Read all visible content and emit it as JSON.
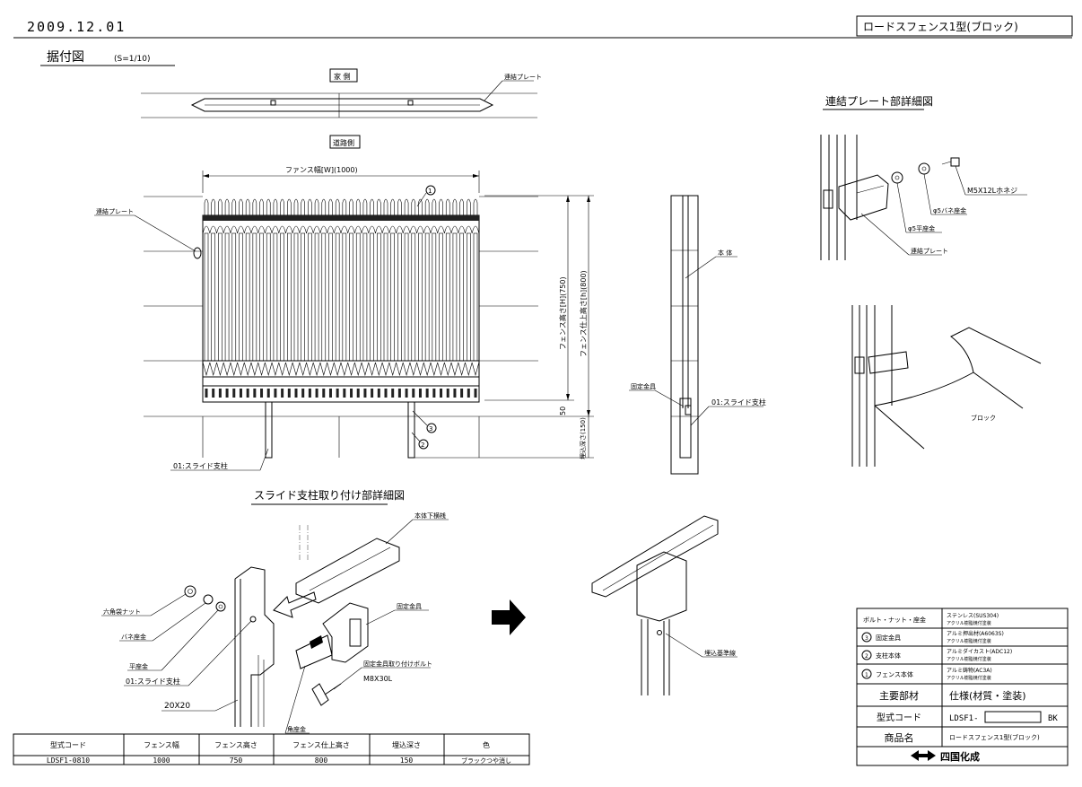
{
  "header": {
    "date": "2009.12.01",
    "product_title": "ロードスフェンス1型(ブロック)"
  },
  "installation": {
    "title": "据付図",
    "scale": "(S=1/10)",
    "house_side": "家 側",
    "road_side": "道路側",
    "width_dim": "ファンス幅[W](1000)",
    "height_dim": "フェンス高さ[H](750)",
    "finish_height_dim": "フェンス仕上高さ[h](800)",
    "dim_50": "50",
    "embed_dim": "埋込深さ(150)",
    "link_plate": "連結プレート",
    "body": "本 体",
    "fixing_bracket": "固定金具",
    "slide_post": "01:スライド支柱",
    "mark_1": "①",
    "mark_2": "②",
    "mark_3": "③"
  },
  "plate_detail": {
    "title": "連結プレート部詳細図",
    "screw": "M5X12Lホネジ",
    "spring_washer": "φ5バネ座金",
    "flat_washer": "φ5平座金",
    "plate": "連結プレート",
    "block": "ブロック"
  },
  "slide_detail": {
    "title": "スライド支柱取り付け部詳細図",
    "lower_rail": "本体下横桟",
    "hex_nut": "六角袋ナット",
    "spring_washer": "バネ座金",
    "flat_washer": "平座金",
    "slide_post": "01:スライド支柱",
    "post_size": "20X20",
    "fixing_bracket": "固定金具",
    "bolt": "固定金具取り付けボルト",
    "bolt_size": "M8X30L",
    "square_washer": "角座金",
    "embed_line": "埋込基準線"
  },
  "spec_table": {
    "headers": [
      "型式コード",
      "フェンス幅",
      "フェンス高さ",
      "フェンス仕上高さ",
      "埋込深さ",
      "色"
    ],
    "row": [
      "LDSF1-0810",
      "1000",
      "750",
      "800",
      "150",
      "ブラックつや消し"
    ]
  },
  "materials_table": {
    "rows": [
      {
        "part": "ボルト・ナット・座金",
        "mark": "",
        "spec1": "ステンレス(SUS304)",
        "spec2": "アクリル樹脂焼付塗装"
      },
      {
        "part": "固定金具",
        "mark": "3",
        "spec1": "アルミ押出材(A6063S)",
        "spec2": "アクリル樹脂焼付塗装"
      },
      {
        "part": "支柱本体",
        "mark": "2",
        "spec1": "アルミダイカスト(ADC12)",
        "spec2": "アクリル樹脂焼付塗装"
      },
      {
        "part": "フェンス本体",
        "mark": "1",
        "spec1": "アルミ鋳物(AC3A)",
        "spec2": "アクリル樹脂焼付塗装"
      }
    ],
    "main_material": "主要部材",
    "spec_label": "仕様(材質・塗装)",
    "model_code_label": "型式コード",
    "model_code_value": "LDSF1-",
    "model_code_suffix": "BK",
    "product_name_label": "商品名",
    "product_name_value": "ロードスフェンス1型(ブロック)",
    "company": "四国化成"
  }
}
